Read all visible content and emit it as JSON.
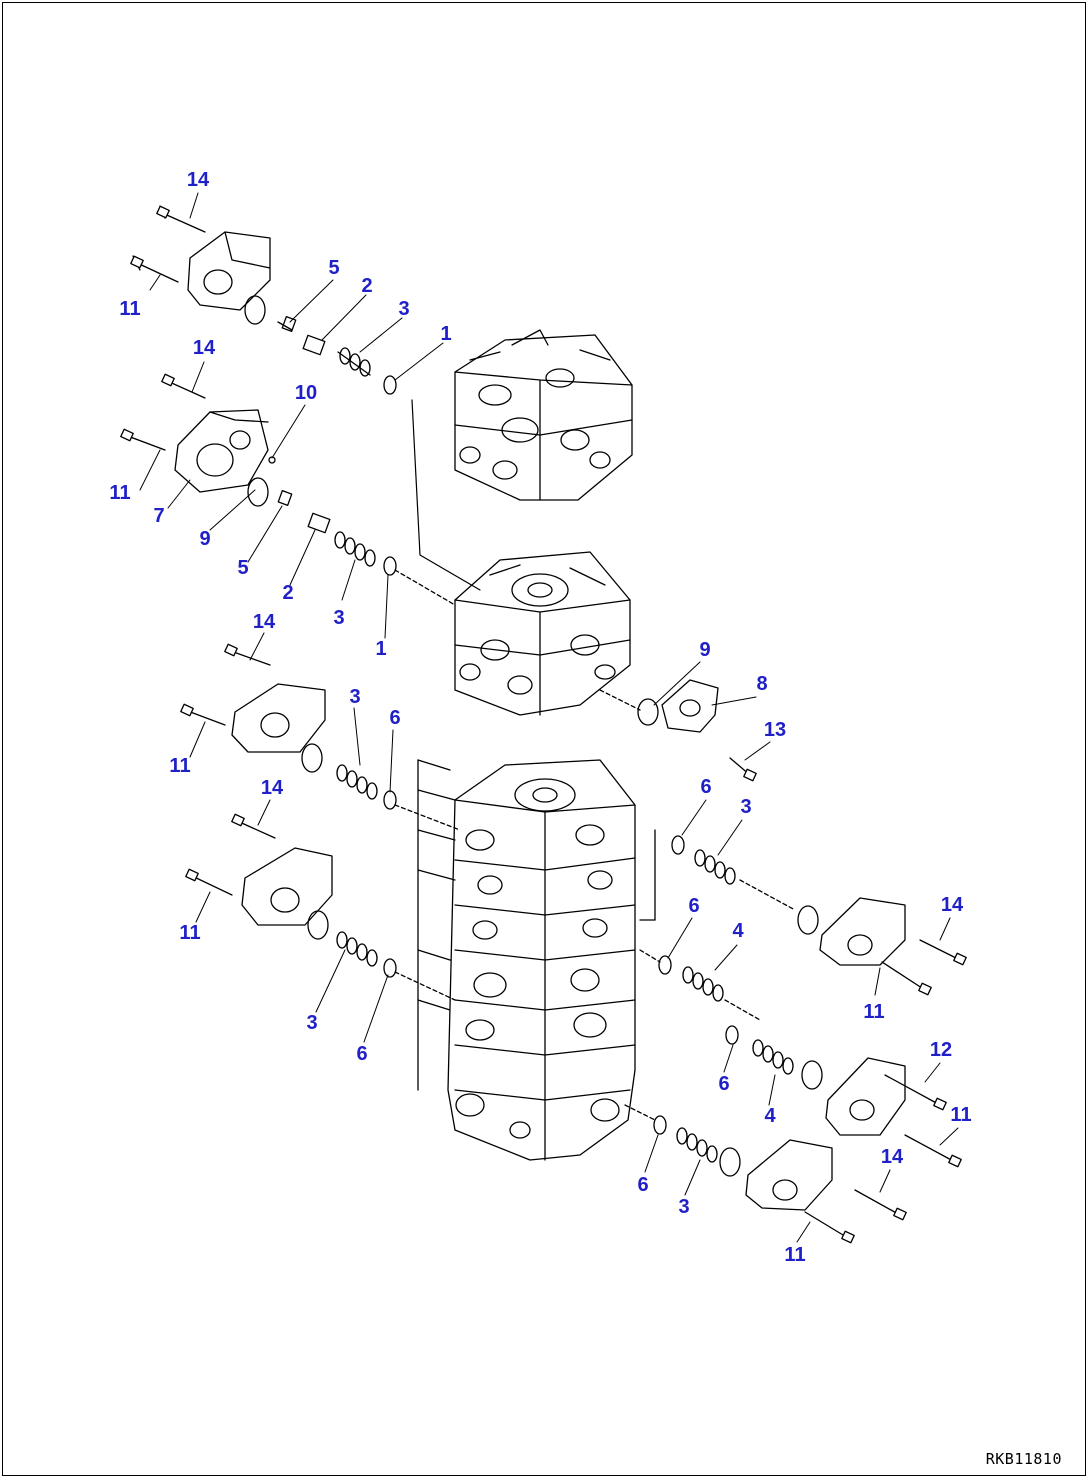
{
  "diagram": {
    "drawing_code": "RKB11810",
    "line_color": "#000000",
    "callout_color": "#2020c8"
  },
  "callouts": [
    {
      "id": "c14a",
      "text": "14"
    },
    {
      "id": "c11a",
      "text": "11"
    },
    {
      "id": "c5a",
      "text": "5"
    },
    {
      "id": "c2a",
      "text": "2"
    },
    {
      "id": "c3a",
      "text": "3"
    },
    {
      "id": "c1a",
      "text": "1"
    },
    {
      "id": "c14b",
      "text": "14"
    },
    {
      "id": "c10a",
      "text": "10"
    },
    {
      "id": "c11b",
      "text": "11"
    },
    {
      "id": "c7a",
      "text": "7"
    },
    {
      "id": "c9a",
      "text": "9"
    },
    {
      "id": "c5b",
      "text": "5"
    },
    {
      "id": "c2b",
      "text": "2"
    },
    {
      "id": "c3b",
      "text": "3"
    },
    {
      "id": "c1b",
      "text": "1"
    },
    {
      "id": "c14c",
      "text": "14"
    },
    {
      "id": "c11c",
      "text": "11"
    },
    {
      "id": "c3c",
      "text": "3"
    },
    {
      "id": "c6a",
      "text": "6"
    },
    {
      "id": "c9b",
      "text": "9"
    },
    {
      "id": "c8a",
      "text": "8"
    },
    {
      "id": "c13a",
      "text": "13"
    },
    {
      "id": "c14d",
      "text": "14"
    },
    {
      "id": "c11d",
      "text": "11"
    },
    {
      "id": "c6b",
      "text": "6"
    },
    {
      "id": "c3d",
      "text": "3"
    },
    {
      "id": "c3e",
      "text": "3"
    },
    {
      "id": "c6c",
      "text": "6"
    },
    {
      "id": "c6d",
      "text": "6"
    },
    {
      "id": "c4a",
      "text": "4"
    },
    {
      "id": "c14e",
      "text": "14"
    },
    {
      "id": "c11e",
      "text": "11"
    },
    {
      "id": "c6e",
      "text": "6"
    },
    {
      "id": "c4b",
      "text": "4"
    },
    {
      "id": "c12a",
      "text": "12"
    },
    {
      "id": "c11f",
      "text": "11"
    },
    {
      "id": "c14f",
      "text": "14"
    },
    {
      "id": "c6f",
      "text": "6"
    },
    {
      "id": "c3f",
      "text": "3"
    },
    {
      "id": "c11g",
      "text": "11"
    }
  ]
}
